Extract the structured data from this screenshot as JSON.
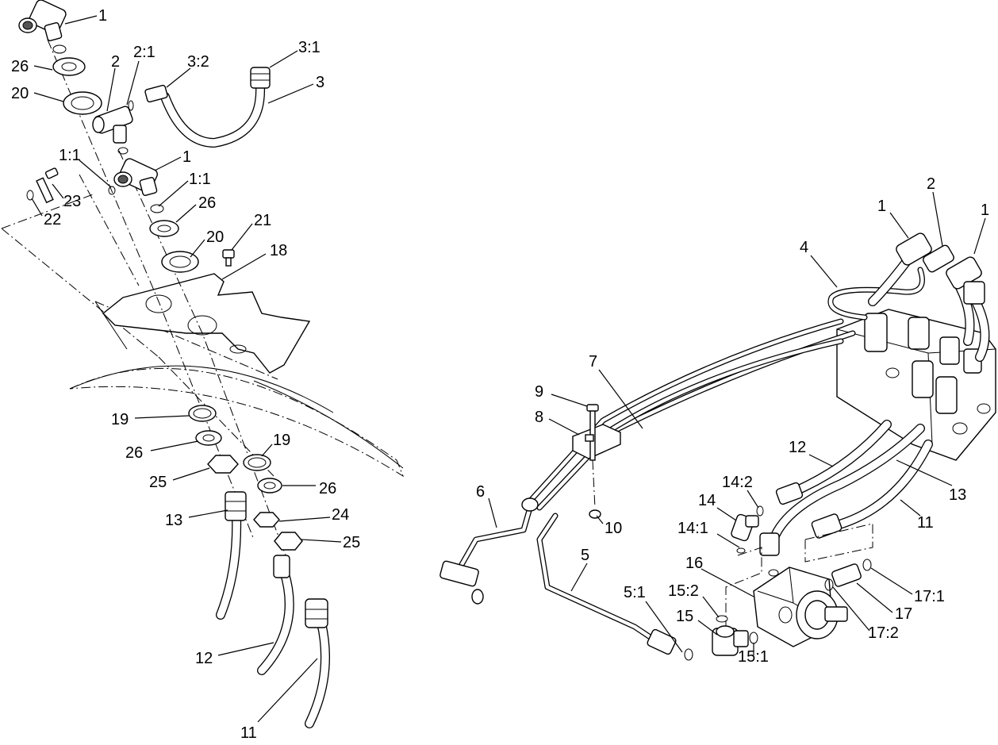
{
  "callouts": [
    "1",
    "26",
    "20",
    "2",
    "2:1",
    "3:2",
    "3:1",
    "3",
    "1:1",
    "1",
    "1:1",
    "23",
    "22",
    "26",
    "21",
    "20",
    "18",
    "19",
    "26",
    "19",
    "25",
    "26",
    "13",
    "24",
    "25",
    "12",
    "11",
    "1",
    "2",
    "1",
    "4",
    "7",
    "9",
    "8",
    "12",
    "13",
    "14:2",
    "14",
    "11",
    "14:1",
    "6",
    "10",
    "5",
    "5:1",
    "16",
    "15:2",
    "17:1",
    "17",
    "15",
    "17:2",
    "15:1"
  ],
  "colors": {
    "line": "#000000",
    "background": "#ffffff"
  }
}
